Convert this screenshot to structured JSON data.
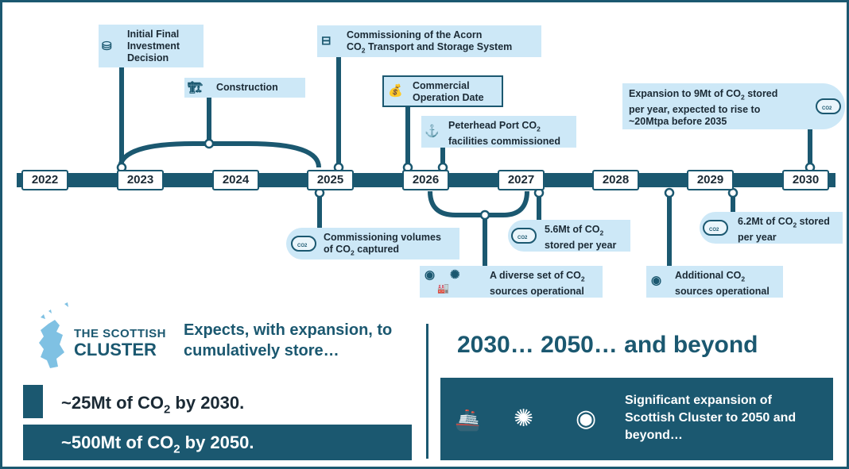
{
  "years": [
    "2022",
    "2023",
    "2024",
    "2025",
    "2026",
    "2027",
    "2028",
    "2029",
    "2030"
  ],
  "events": {
    "fid": "Initial Final Investment Decision",
    "construction": "Construction",
    "acorn_line1": "Commissioning of the Acorn",
    "acorn_line2_pre": "CO",
    "acorn_line2_sub": "2",
    "acorn_line2_post": " Transport and Storage System",
    "cod": "Commercial Operation Date",
    "peterhead_pre": "Peterhead Port CO",
    "peterhead_sub": "2",
    "peterhead_post": " facilities commissioned",
    "expansion_9_pre": "Expansion to 9Mt of CO",
    "expansion_9_sub": "2",
    "expansion_9_post": " stored per year, expected to rise to ~20Mtpa before 2035",
    "commissioning_volumes_line1": "Commissioning volumes",
    "commissioning_volumes_pre": "of CO",
    "commissioning_volumes_sub": "2",
    "commissioning_volumes_post": " captured",
    "stored_5_6_pre": "5.6Mt of CO",
    "stored_5_6_sub": "2",
    "stored_5_6_post": " stored per year",
    "diverse_pre": "A diverse set of CO",
    "diverse_sub": "2",
    "diverse_post": " sources operational",
    "stored_6_2_pre": "6.2Mt of CO",
    "stored_6_2_sub": "2",
    "stored_6_2_post": " stored per year",
    "additional_pre": "Additional CO",
    "additional_sub": "2",
    "additional_post": " sources operational",
    "cloud_label": "CO2"
  },
  "logo": {
    "line1": "THE SCOTTISH",
    "line2": "CLUSTER"
  },
  "expects": "Expects, with expansion, to cumulatively store…",
  "bar_2030": {
    "pre": "~25Mt of CO",
    "sub": "2",
    "post": " by 2030.",
    "value_mt": 25
  },
  "bar_2050": {
    "pre": "~500Mt of CO",
    "sub": "2",
    "post": " by 2050.",
    "value_mt": 500
  },
  "beyond_title": "2030… 2050… and beyond",
  "beyond_text": "Significant expansion of Scottish Cluster to 2050 and beyond…",
  "colors": {
    "primary": "#1b5870",
    "box": "#cde8f7",
    "text": "#1b2a35"
  },
  "icons": [
    "coins-icon",
    "crane-icon",
    "pipe-icon",
    "money-bag-icon",
    "anchor-icon",
    "cloud-co2-icon",
    "factory-icon",
    "fan-icon",
    "target-icon",
    "ship-icon"
  ]
}
